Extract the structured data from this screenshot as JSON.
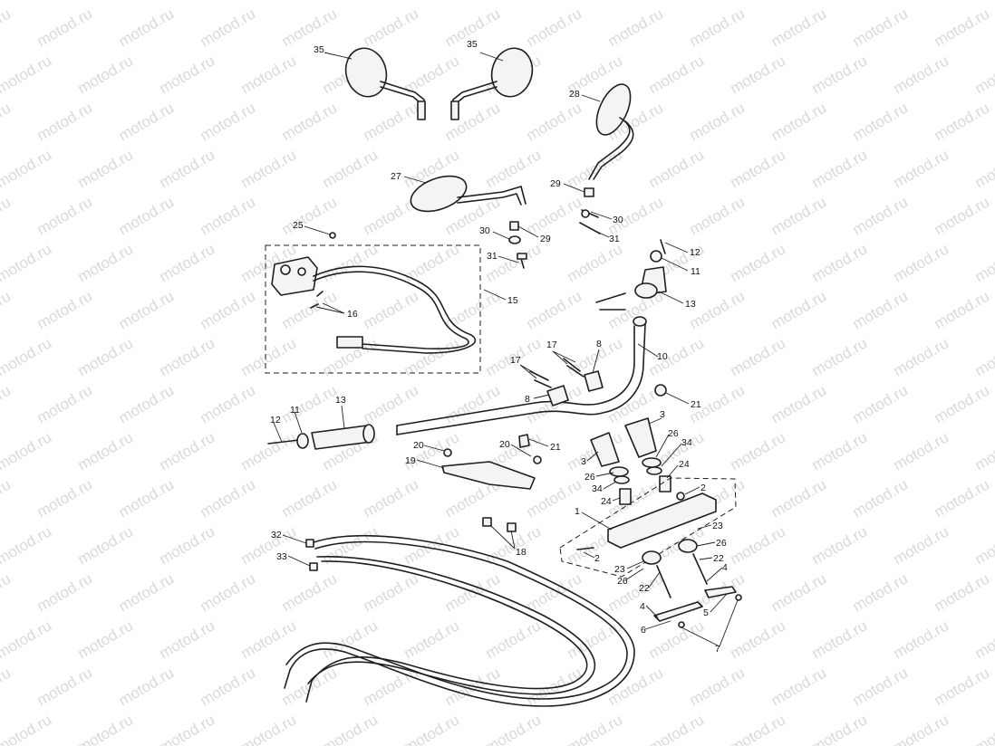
{
  "watermark": {
    "text": "motod.ru",
    "color": "#d9d9d9"
  },
  "callouts": [
    {
      "text": "35"
    },
    {
      "text": "35"
    },
    {
      "text": "28"
    },
    {
      "text": "27"
    },
    {
      "text": "29"
    },
    {
      "text": "30"
    },
    {
      "text": "31"
    },
    {
      "text": "25"
    },
    {
      "text": "30"
    },
    {
      "text": "29"
    },
    {
      "text": "31"
    },
    {
      "text": "12"
    },
    {
      "text": "11"
    },
    {
      "text": "13"
    },
    {
      "text": "15"
    },
    {
      "text": "16"
    },
    {
      "text": "10"
    },
    {
      "text": "17"
    },
    {
      "text": "17"
    },
    {
      "text": "8"
    },
    {
      "text": "8"
    },
    {
      "text": "21"
    },
    {
      "text": "13"
    },
    {
      "text": "11"
    },
    {
      "text": "12"
    },
    {
      "text": "3"
    },
    {
      "text": "26"
    },
    {
      "text": "34"
    },
    {
      "text": "24"
    },
    {
      "text": "20"
    },
    {
      "text": "20"
    },
    {
      "text": "21"
    },
    {
      "text": "19"
    },
    {
      "text": "3"
    },
    {
      "text": "26"
    },
    {
      "text": "34"
    },
    {
      "text": "24"
    },
    {
      "text": "2"
    },
    {
      "text": "1"
    },
    {
      "text": "23"
    },
    {
      "text": "26"
    },
    {
      "text": "22"
    },
    {
      "text": "32"
    },
    {
      "text": "33"
    },
    {
      "text": "18"
    },
    {
      "text": "2"
    },
    {
      "text": "23"
    },
    {
      "text": "26"
    },
    {
      "text": "22"
    },
    {
      "text": "4"
    },
    {
      "text": "5"
    },
    {
      "text": "4"
    },
    {
      "text": "6"
    },
    {
      "text": "7"
    }
  ]
}
